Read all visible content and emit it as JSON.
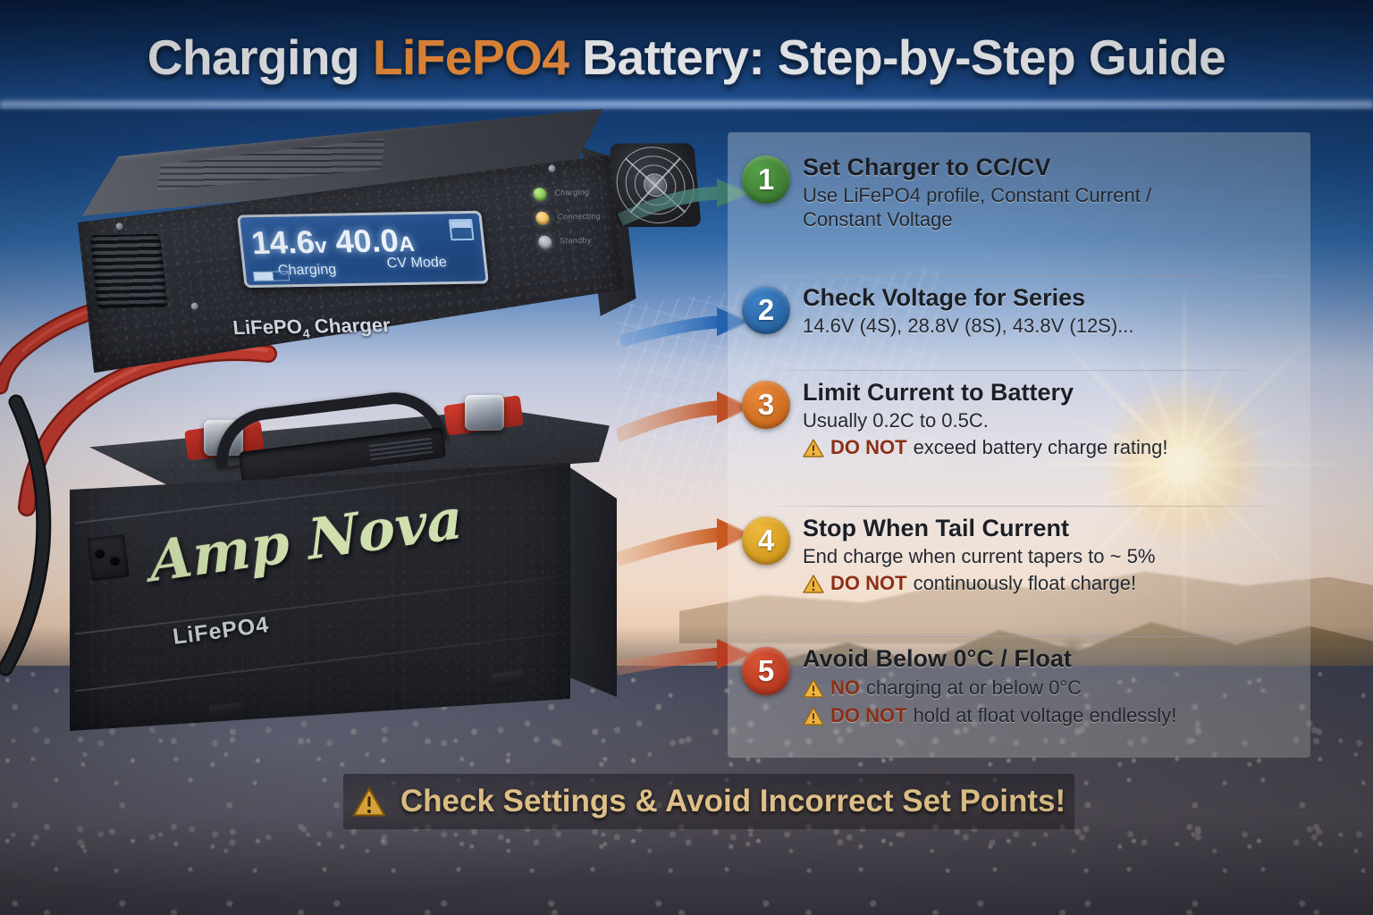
{
  "title": {
    "before": "Charging ",
    "highlight": "LiFePO4",
    "after": " Battery: Step-by-Step Guide"
  },
  "colors": {
    "title_highlight": "#f0903c",
    "badge_1": "#3d7b33",
    "badge_2": "#2c6cb3",
    "badge_3": "#d4711e",
    "badge_4": "#d9a21b",
    "badge_5": "#c43a22",
    "arrow_1": "#4f8c80",
    "arrow_2": "#2f6fbb",
    "arrow_3": "#c85a2a",
    "arrow_4": "#cf6b2c",
    "arrow_5": "#c2452a",
    "warning_amber": "#efb13c",
    "donot_red": "#8d2f17",
    "banner_text": "#efcf92"
  },
  "charger": {
    "display_voltage": "14.6",
    "display_voltage_unit": "v",
    "display_current": "40.0",
    "display_current_unit": "A",
    "display_status": "Charging",
    "display_mode": "CV Mode",
    "label": "LiFePO",
    "label_sub": "4",
    "label_suffix": " Charger",
    "leds": [
      {
        "name": "led-green",
        "label": "Charging"
      },
      {
        "name": "led-amber",
        "label": "Connecting"
      },
      {
        "name": "led-gray",
        "label": "Standby"
      }
    ]
  },
  "battery": {
    "brand": "Amp Nova",
    "chemistry": "LiFePO4"
  },
  "steps": [
    {
      "number": "1",
      "title": "Set Charger to CC/CV",
      "desc": "Use LiFePO4 profile, Constant Current /\nConstant Voltage",
      "warnings": []
    },
    {
      "number": "2",
      "title": "Check Voltage for Series",
      "desc": "14.6V (4S), 28.8V (8S), 43.8V (12S)...",
      "warnings": []
    },
    {
      "number": "3",
      "title": "Limit Current to Battery",
      "desc": "Usually 0.2C to 0.5C.",
      "warnings": [
        {
          "bold": "DO NOT",
          "rest": " exceed battery charge rating!"
        }
      ]
    },
    {
      "number": "4",
      "title": "Stop When Tail Current",
      "desc": "End charge when current tapers to ~ 5%",
      "warnings": [
        {
          "bold": "DO NOT",
          "rest": " continuously float charge!"
        }
      ]
    },
    {
      "number": "5",
      "title": "Avoid Below 0°C / Float",
      "desc": "",
      "warnings": [
        {
          "bold": "NO",
          "rest": " charging at or below 0°C"
        },
        {
          "bold": "DO NOT",
          "rest": " hold at float voltage endlessly!"
        }
      ]
    }
  ],
  "banner": {
    "text": "Check Settings & Avoid Incorrect Set Points!"
  }
}
